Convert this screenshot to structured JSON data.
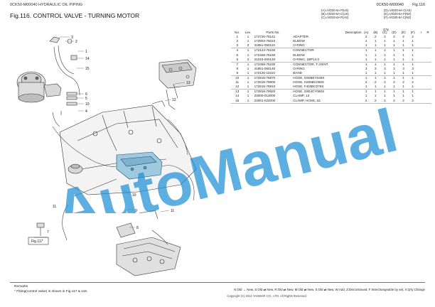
{
  "header": {
    "code_left": "0CK50-M00040   HYDRAULIC OIL PIPING",
    "title": "Fig.116.  CONTROL VALVE - TURNING MOTOR",
    "code_right": "0CK50-M00040",
    "fig_right": "Fig.116"
  },
  "legend": {
    "left": [
      "(A)=ViO20-6A P(US)",
      "(B)=ViO20-6A C(US)",
      "(C)=ViO20-6A P(AS)"
    ],
    "right": [
      "(D)=ViO20-6A C(AS)",
      "(E)=ViO20-6A P(NZ)",
      "(F)=ViO20-6A C(NZ)"
    ]
  },
  "table": {
    "headers": {
      "no": "No.",
      "lev": "Lev.",
      "part": "Parts No.",
      "desc": "Description",
      "qty": "Q'ty",
      "a": "(A)",
      "b": "(B)",
      "c": "(C)",
      "d": "(D)",
      "e": "(E)",
      "f": "(F)",
      "i": "I",
      "r": "R"
    },
    "rows": [
      {
        "no": "1",
        "lev": "1",
        "pn": "172720-75141",
        "desc": "ADAPTER",
        "q": [
          "2",
          "2",
          "2",
          "2",
          "2",
          "2"
        ]
      },
      {
        "no": "2",
        "lev": "1",
        "pn": "172803-76010",
        "desc": "ELBOW",
        "q": [
          "1",
          "1",
          "1",
          "1",
          "1",
          "1"
        ]
      },
      {
        "no": "3",
        "lev": "2",
        "pn": "41851-050110",
        "desc": "O-RING",
        "q": [
          "1",
          "1",
          "1",
          "1",
          "1",
          "1"
        ]
      },
      {
        "no": "4",
        "lev": "1",
        "pn": "172124-76160",
        "desc": "CONNECTOR",
        "q": [
          "1",
          "1",
          "1",
          "1",
          "1",
          "1"
        ]
      },
      {
        "no": "5",
        "lev": "1",
        "pn": "172458-76150",
        "desc": "ELBOW",
        "q": [
          "1",
          "1",
          "1",
          "1",
          "1",
          "1"
        ]
      },
      {
        "no": "6",
        "lev": "2",
        "pn": "24315-000140",
        "desc": "O-RING, 1BP14.0",
        "q": [
          "1",
          "1",
          "1",
          "1",
          "1",
          "1"
        ]
      },
      {
        "no": "7",
        "lev": "1",
        "pn": "172458-76230",
        "desc": "CONNECTOR, T-JOINT",
        "q": [
          "1",
          "1",
          "1",
          "1",
          "1",
          "1"
        ]
      },
      {
        "no": "8",
        "lev": "1",
        "pn": "41851-060140",
        "desc": "O-RING",
        "q": [
          "3",
          "3",
          "3",
          "3",
          "3",
          "3"
        ]
      },
      {
        "no": "9",
        "lev": "1",
        "pn": "172126-11510",
        "desc": "BAND",
        "q": [
          "1",
          "1",
          "1",
          "1",
          "1",
          "1"
        ]
      },
      {
        "no": "10",
        "lev": "1",
        "pn": "172816-76870",
        "desc": "HOSE, G60BEY049S",
        "q": [
          "1",
          "1",
          "1",
          "1",
          "1",
          "1"
        ]
      },
      {
        "no": "11",
        "lev": "1",
        "pn": "172816-76900",
        "desc": "HOSE, H206BC059S",
        "q": [
          "2",
          "2",
          "2",
          "2",
          "2",
          "2"
        ]
      },
      {
        "no": "12",
        "lev": "1",
        "pn": "172816-76910",
        "desc": "HOSE, F403BC076S",
        "q": [
          "1",
          "1",
          "1",
          "1",
          "1",
          "1"
        ]
      },
      {
        "no": "13",
        "lev": "1",
        "pn": "172816-76920",
        "desc": "HOSE, G804CY060S",
        "q": [
          "1",
          "1",
          "1",
          "1",
          "1",
          "1"
        ]
      },
      {
        "no": "14",
        "lev": "1",
        "pn": "23000-013000",
        "desc": "CLAMP, 13",
        "q": [
          "1",
          "1",
          "1",
          "1",
          "1",
          "1"
        ]
      },
      {
        "no": "15",
        "lev": "1",
        "pn": "23001-022000",
        "desc": "CLAMP, HOSE, 22",
        "q": [
          "2",
          "2",
          "2",
          "2",
          "2",
          "2"
        ]
      }
    ]
  },
  "diagram": {
    "callouts": [
      "3",
      "2",
      "1",
      "14",
      "15",
      "6",
      "5",
      "10",
      "4",
      "12",
      "13",
      "10",
      "9",
      "8",
      "11",
      "7",
      "11"
    ],
    "fig_ref": "Fig.117"
  },
  "watermark": "AutoManual",
  "remarks": {
    "title": "Remarks",
    "text": "* Fitting(control valve) is shown in Fig.117 & 118."
  },
  "footer": {
    "legend": "N:Old → New, S:Old ⇄ New, R:Old ⇄ New, M:Old ⇄ New, S:Old ⇄ New, W:Add, Z:Discontinued, F:Interchangeable by set, X:Q'ty Change",
    "copyright": "Copyright (C) 2014 YANMAR CO., LTD. All Rights Reserved."
  }
}
